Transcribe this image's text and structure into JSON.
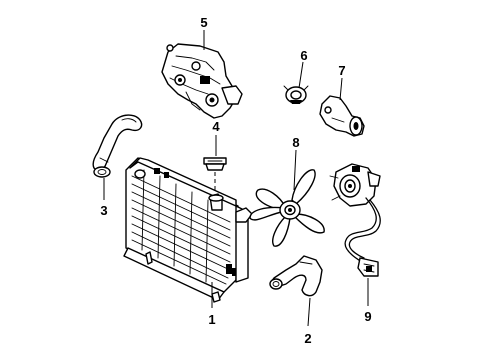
{
  "diagram": {
    "callouts": [
      "1",
      "2",
      "3",
      "4",
      "5",
      "6",
      "7",
      "8",
      "9"
    ]
  }
}
